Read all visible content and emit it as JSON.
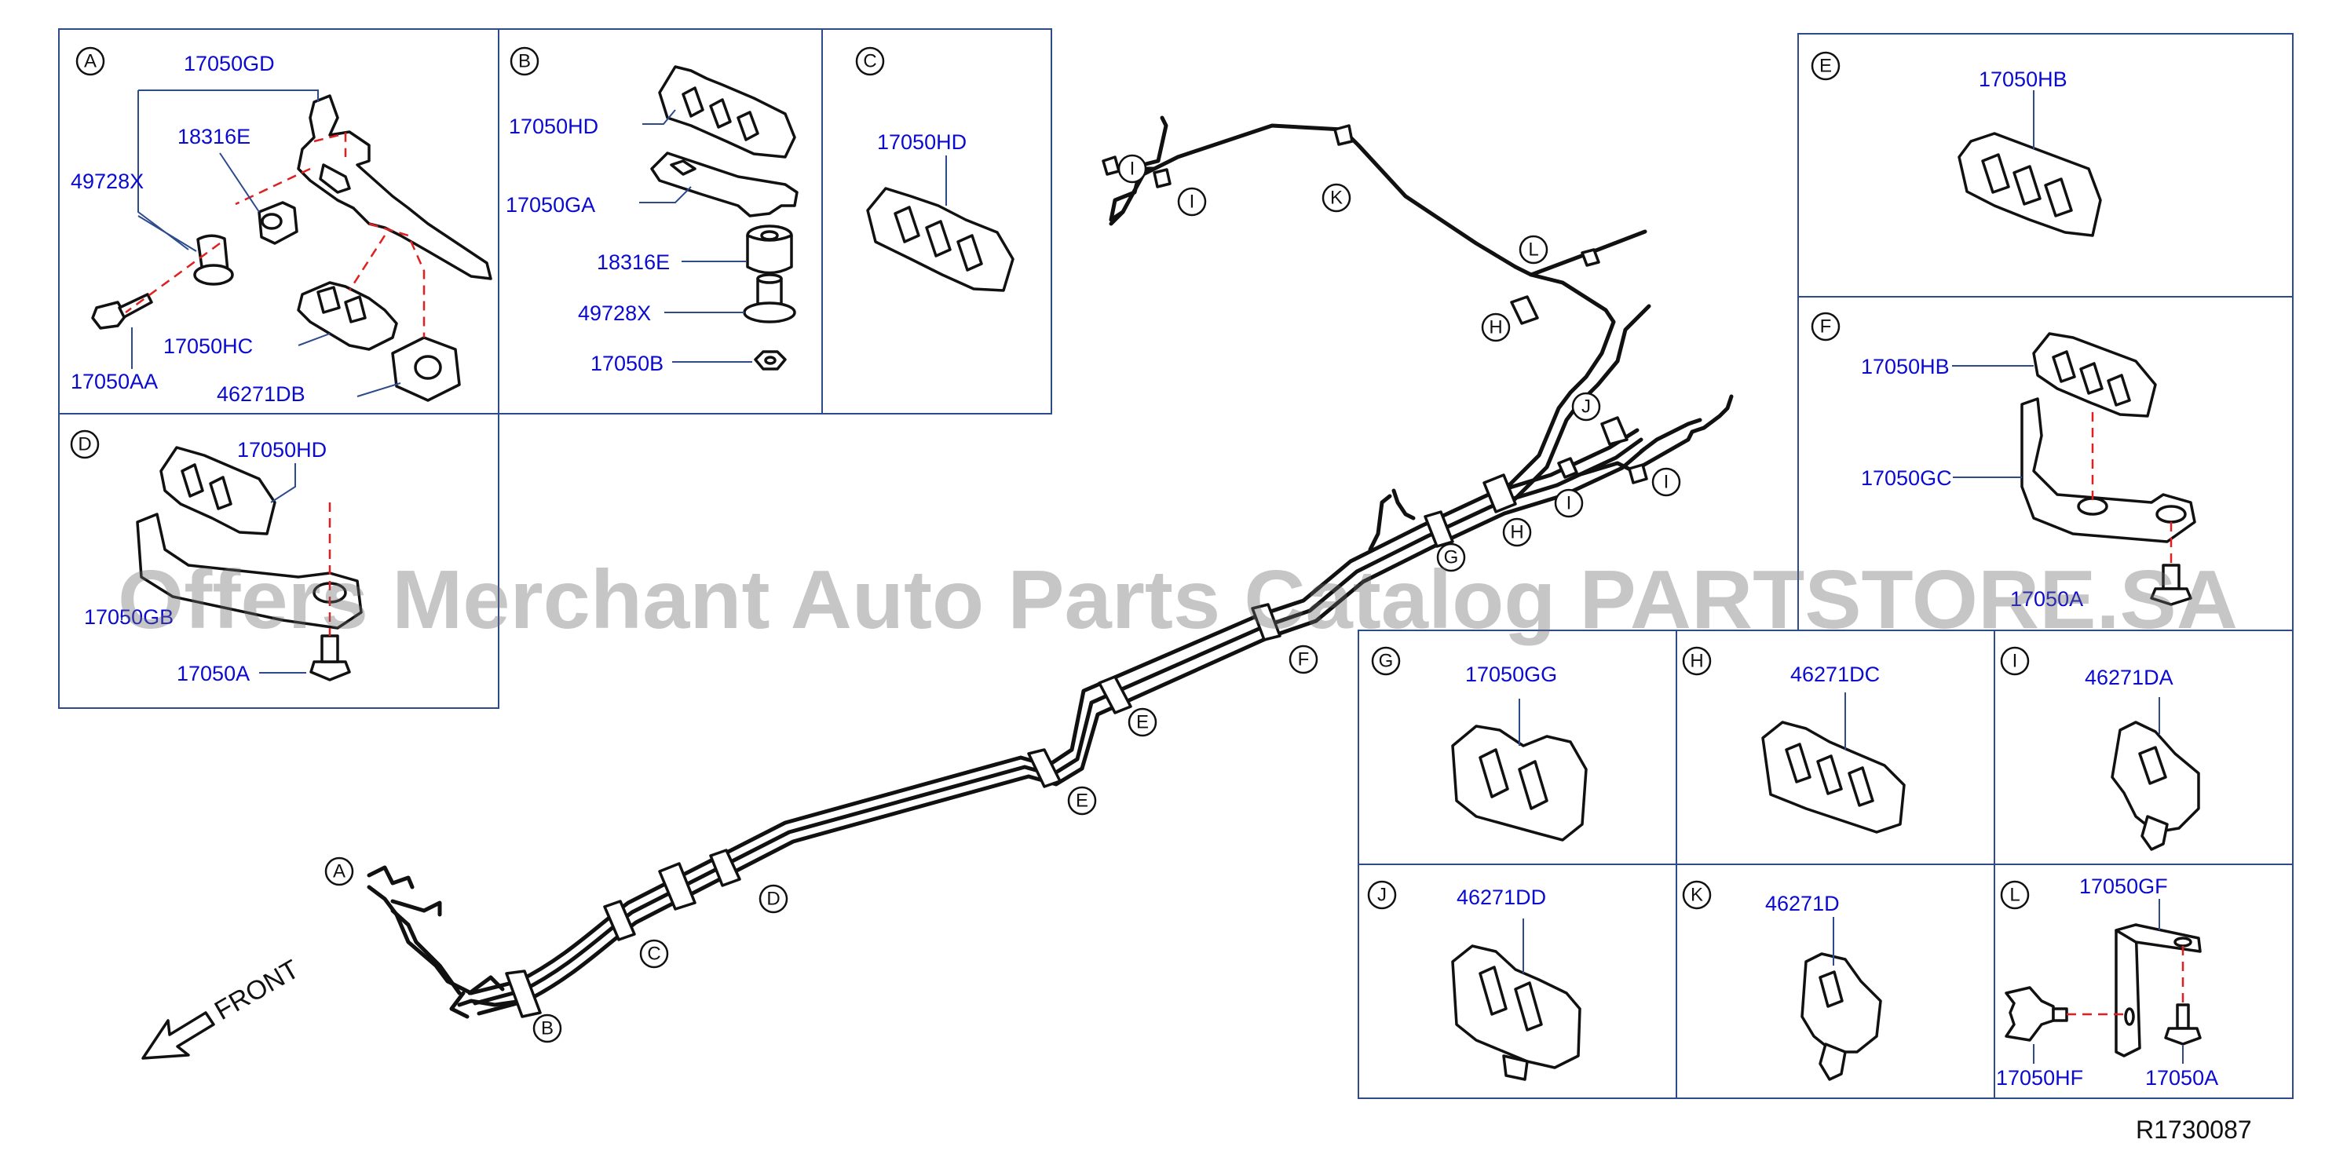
{
  "panels": {
    "A": {
      "label": "A",
      "parts": [
        "17050GD",
        "18316E",
        "49728X",
        "17050HC",
        "17050AA",
        "46271DB"
      ]
    },
    "B": {
      "label": "B",
      "parts": [
        "17050HD",
        "17050GA",
        "18316E",
        "49728X",
        "17050B"
      ]
    },
    "C": {
      "label": "C",
      "parts": [
        "17050HD"
      ]
    },
    "D": {
      "label": "D",
      "parts": [
        "17050HD",
        "17050GB",
        "17050A"
      ]
    },
    "E": {
      "label": "E",
      "parts": [
        "17050HB"
      ]
    },
    "F": {
      "label": "F",
      "parts": [
        "17050HB",
        "17050GC",
        "17050A"
      ]
    },
    "G": {
      "label": "G",
      "parts": [
        "17050GG"
      ]
    },
    "H": {
      "label": "H",
      "parts": [
        "46271DC"
      ]
    },
    "I": {
      "label": "I",
      "parts": [
        "46271DA"
      ]
    },
    "J": {
      "label": "J",
      "parts": [
        "46271DD"
      ]
    },
    "K": {
      "label": "K",
      "parts": [
        "46271D"
      ]
    },
    "L": {
      "label": "L",
      "parts": [
        "17050GF",
        "17050HF",
        "17050A"
      ]
    }
  },
  "main": {
    "callouts": [
      "A",
      "B",
      "C",
      "D",
      "E",
      "E",
      "F",
      "G",
      "H",
      "H",
      "I",
      "I",
      "I",
      "I",
      "J",
      "K",
      "L"
    ],
    "front_label": "FRONT"
  },
  "watermark": "Offers Merchant Auto Parts Catalog PARTSTORE.SA",
  "reference": "R1730087"
}
